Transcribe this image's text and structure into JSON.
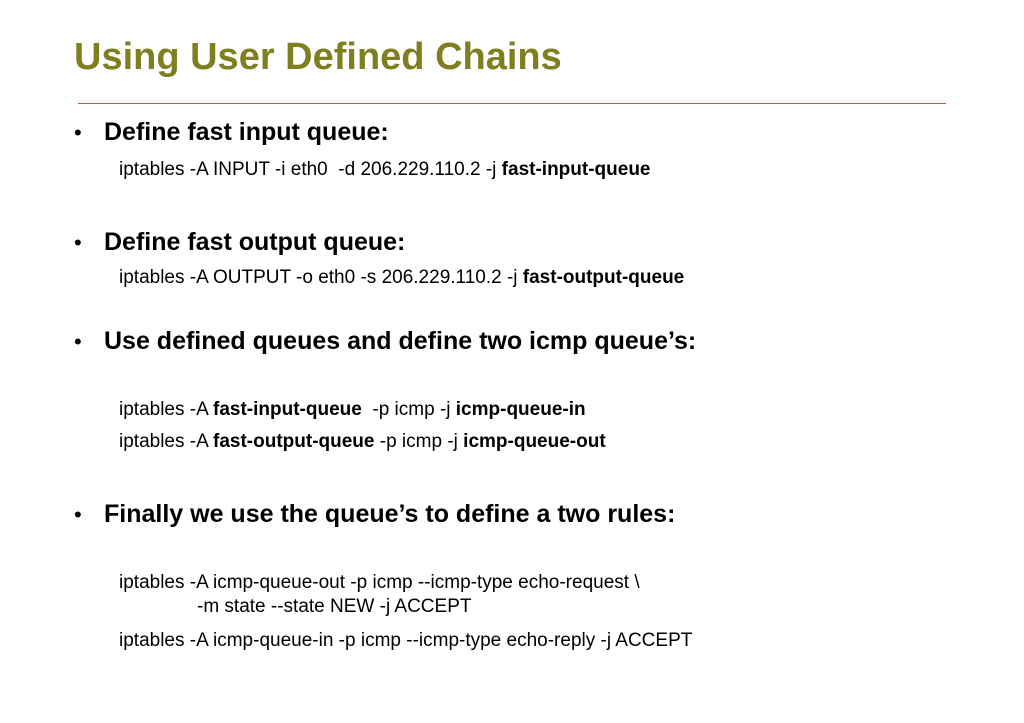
{
  "title": "Using User Defined Chains",
  "colors": {
    "title": "#7f7f1f",
    "rule": "#e0405f",
    "text": "#000000"
  },
  "bullets": [
    {
      "text": "Define fast input queue:"
    },
    {
      "text": "Define fast output queue:"
    },
    {
      "text": "Use defined queues and define two icmp queue’s:"
    },
    {
      "text": "Finally we use the queue’s to define a two rules:"
    }
  ],
  "code": {
    "l1": {
      "a": "iptables -A INPUT -i eth0  -d 206.229.110.2 -j ",
      "b": "fast-input-queue"
    },
    "l2": {
      "a": "iptables -A OUTPUT -o eth0 -s 206.229.110.2 -j ",
      "b": "fast-output-queue"
    },
    "l3": {
      "a": "iptables -A ",
      "b": "fast-input-queue",
      "c": "  -p icmp -j ",
      "d": "icmp-queue-in"
    },
    "l4": {
      "a": "iptables -A ",
      "b": "fast-output-queue",
      "c": " -p icmp -j ",
      "d": "icmp-queue-out"
    },
    "l5": "iptables -A icmp-queue-out -p icmp --icmp-type echo-request \\",
    "l6": "-m state --state NEW -j ACCEPT",
    "l7": "iptables -A icmp-queue-in -p icmp --icmp-type echo-reply -j ACCEPT"
  }
}
